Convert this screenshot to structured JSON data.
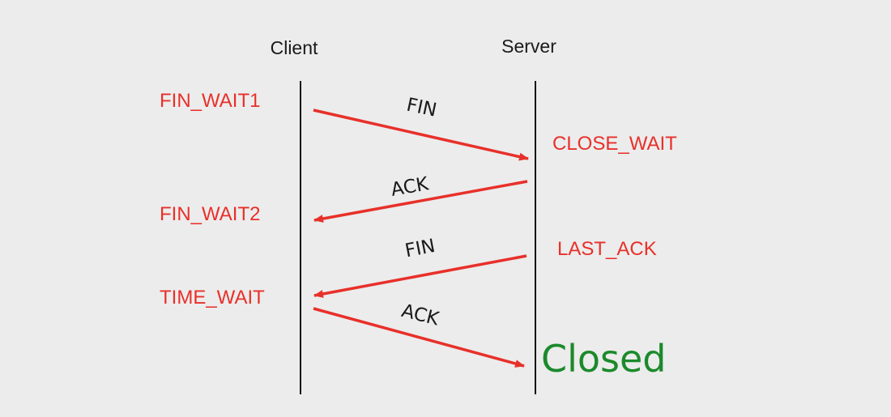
{
  "header": {
    "client_label": "Client",
    "server_label": "Server"
  },
  "client_states": [
    "FIN_WAIT1",
    "FIN_WAIT2",
    "TIME_WAIT"
  ],
  "server_states": [
    "CLOSE_WAIT",
    "LAST_ACK"
  ],
  "messages": [
    "FIN",
    "ACK",
    "FIN",
    "ACK"
  ],
  "final_state": "Closed",
  "colors": {
    "background": "#ececec",
    "arrow": "#e8302a",
    "state_text": "#e8302a",
    "closed_text": "#1b8a2b",
    "timeline": "#111111"
  }
}
